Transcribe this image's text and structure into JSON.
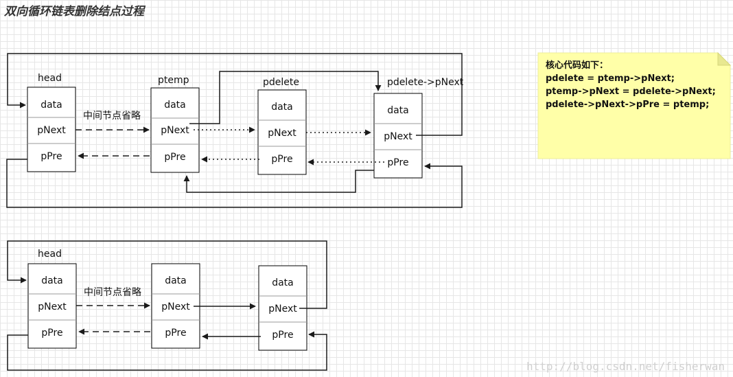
{
  "title": "双向循环链表删除结点过程",
  "field_labels": {
    "data": "data",
    "next": "pNext",
    "pre": "pPre"
  },
  "omitted_label": "中间节点省略",
  "before": {
    "nodes": [
      {
        "id": "head",
        "label": "head"
      },
      {
        "id": "ptemp",
        "label": "ptemp"
      },
      {
        "id": "pdelete",
        "label": "pdelete"
      },
      {
        "id": "pnext",
        "label": "pdelete->pNext"
      }
    ]
  },
  "after": {
    "nodes": [
      {
        "id": "head",
        "label": "head"
      },
      {
        "id": "ptemp",
        "label": ""
      },
      {
        "id": "pnext",
        "label": ""
      }
    ]
  },
  "note": {
    "heading": "核心代码如下：",
    "lines": [
      "pdelete = ptemp->pNext;",
      "ptemp->pNext = pdelete->pNext;",
      "pdelete->pNext->pPre = ptemp;"
    ],
    "color": "#ffffa8"
  },
  "watermark": "http://blog.csdn.net/fisherwan"
}
